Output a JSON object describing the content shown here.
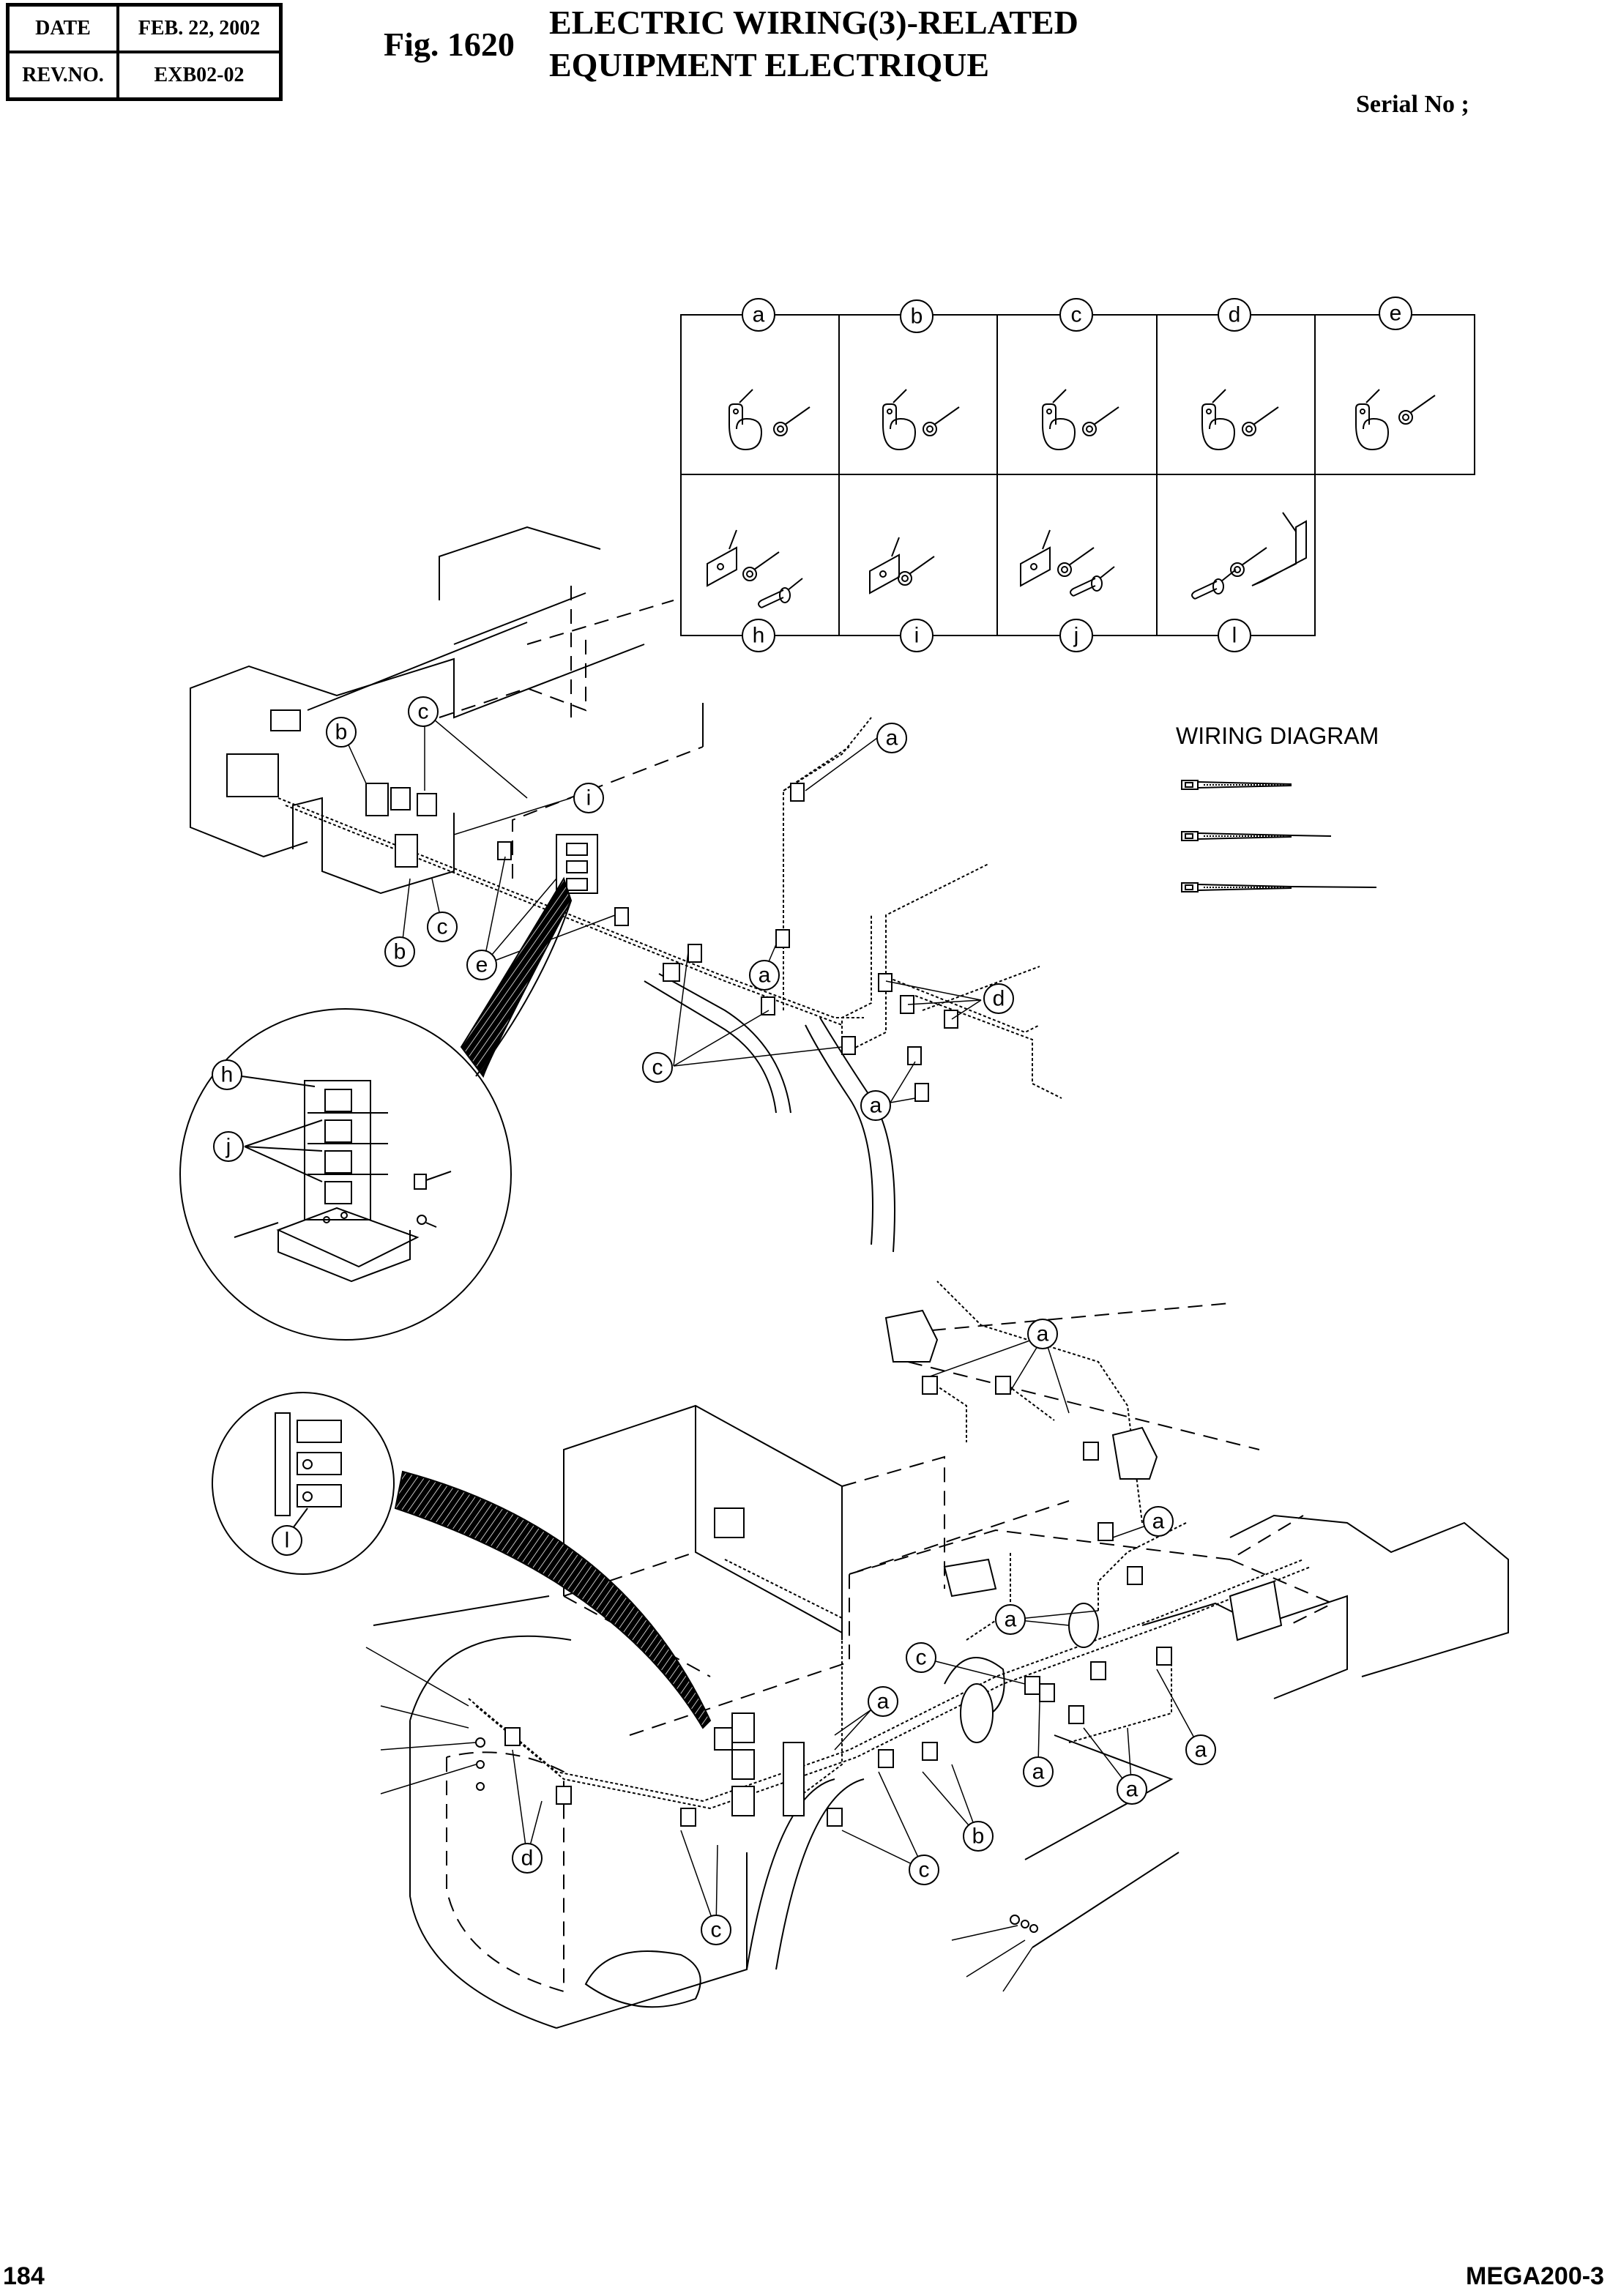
{
  "header": {
    "date_label": "DATE",
    "date_value": "FEB. 22, 2002",
    "rev_label": "REV.NO.",
    "rev_value": "EXB02-02",
    "fig_no": "Fig. 1620",
    "title_line1": "ELECTRIC WIRING(3)-RELATED",
    "title_line2": "EQUIPMENT ELECTRIQUE",
    "serial": "Serial No ;"
  },
  "parts_table": {
    "top_row": [
      "a",
      "b",
      "c",
      "d",
      "e"
    ],
    "bottom_row": [
      "h",
      "i",
      "j",
      "l"
    ]
  },
  "wiring_diagram_label": "WIRING DIAGRAM",
  "callouts": {
    "a": "a",
    "b": "b",
    "c": "c",
    "d": "d",
    "e": "e",
    "h": "h",
    "i": "i",
    "j": "j",
    "l": "l"
  },
  "footer": {
    "page_no": "184",
    "model": "MEGA200-3"
  }
}
